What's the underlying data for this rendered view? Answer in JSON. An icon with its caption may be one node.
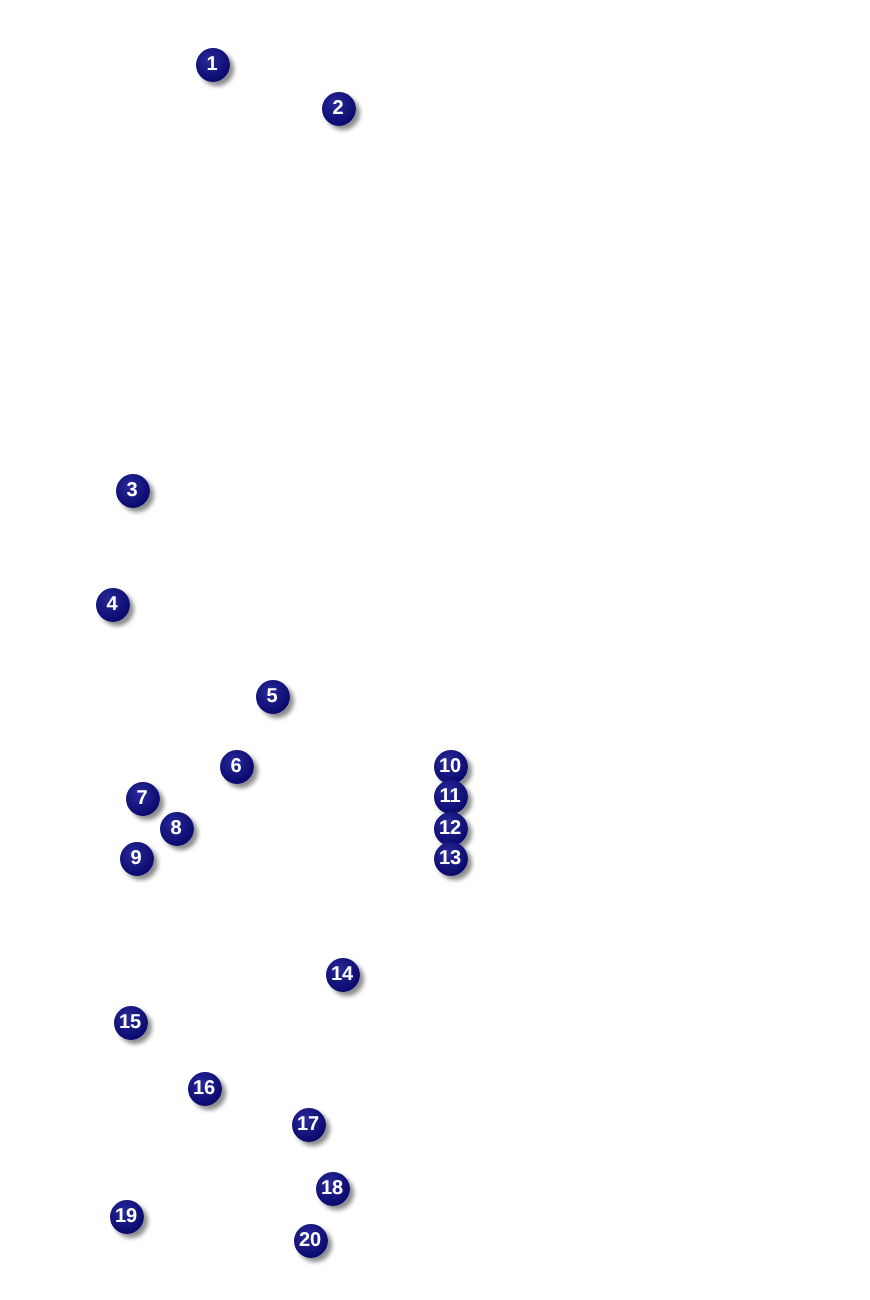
{
  "diagram": {
    "labels": [
      "1",
      "2",
      "3",
      "4",
      "5",
      "6",
      "7",
      "8",
      "9",
      "10",
      "11",
      "12",
      "13",
      "14",
      "15",
      "16",
      "17",
      "18",
      "19",
      "20"
    ]
  }
}
